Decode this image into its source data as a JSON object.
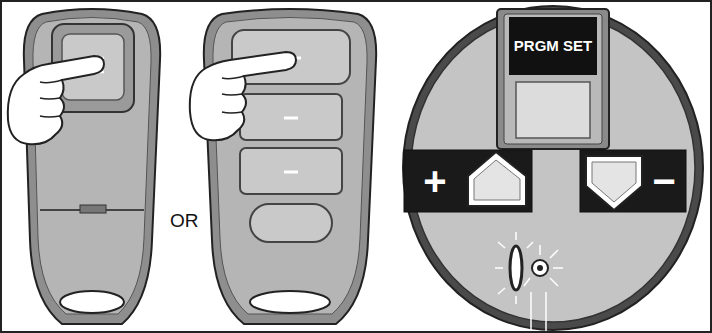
{
  "diagram": {
    "nodes": [
      {
        "text": [
          "PRGM SET"
        ]
      },
      {
        "text": [
          "+"
        ]
      },
      {
        "text": [
          "−"
        ]
      }
    ],
    "labels": [
      "OR"
    ]
  }
}
